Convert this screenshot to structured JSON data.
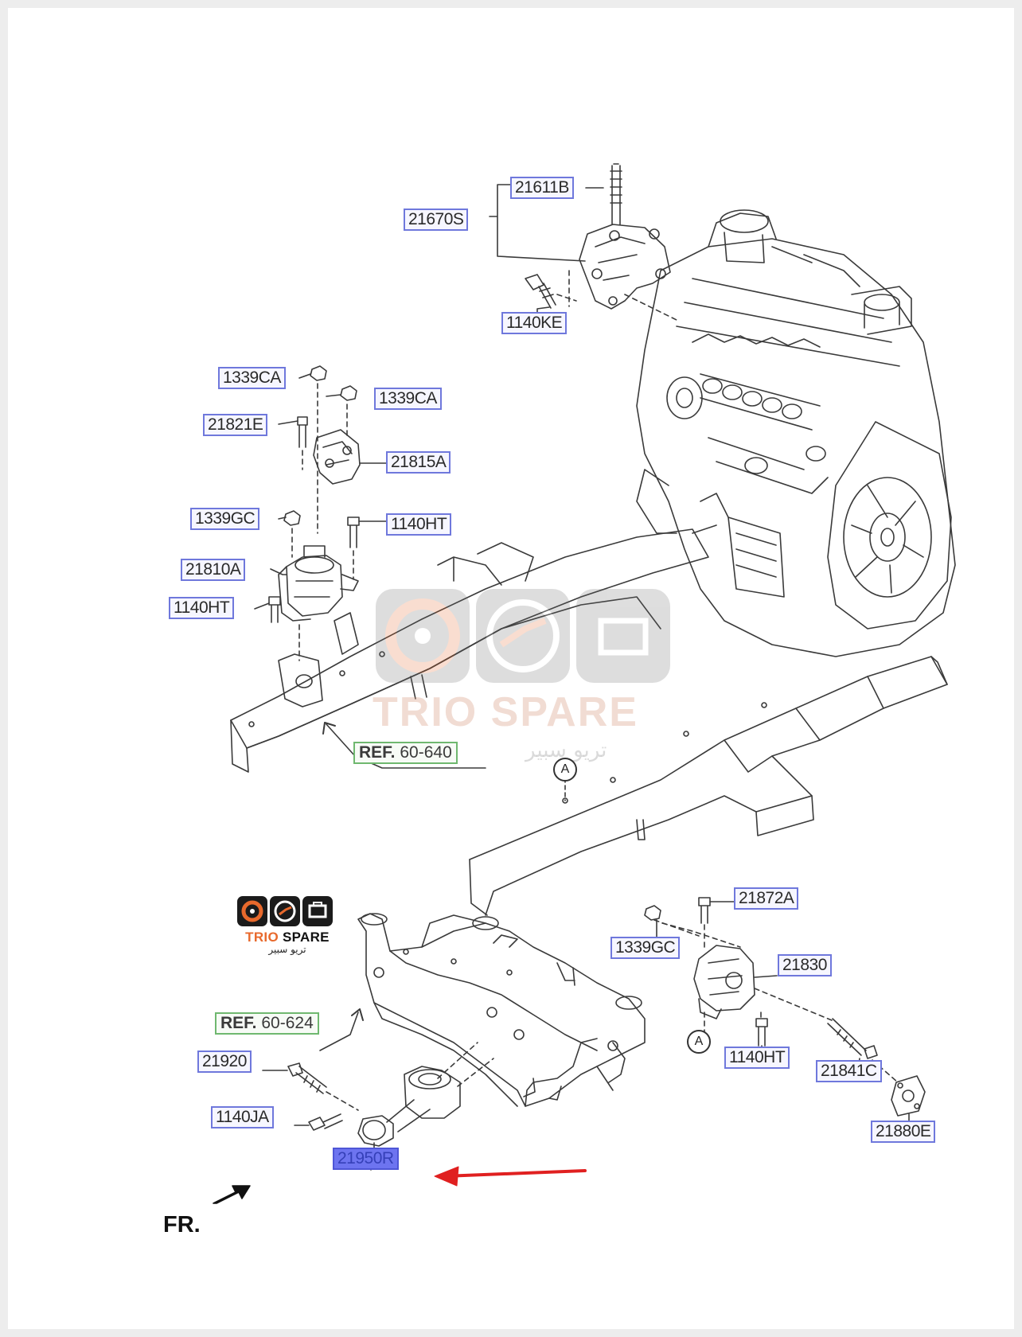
{
  "diagram": {
    "parts": [
      {
        "id": "p-21611b",
        "text": "21611B"
      },
      {
        "id": "p-21670s",
        "text": "21670S"
      },
      {
        "id": "p-1140ke",
        "text": "1140KE"
      },
      {
        "id": "p-1339ca-left",
        "text": "1339CA"
      },
      {
        "id": "p-1339ca-right",
        "text": "1339CA"
      },
      {
        "id": "p-21821e",
        "text": "21821E"
      },
      {
        "id": "p-21815a",
        "text": "21815A"
      },
      {
        "id": "p-1339gc-top",
        "text": "1339GC"
      },
      {
        "id": "p-1140ht-top",
        "text": "1140HT"
      },
      {
        "id": "p-21810a",
        "text": "21810A"
      },
      {
        "id": "p-1140ht-left",
        "text": "1140HT"
      },
      {
        "id": "p-21872a",
        "text": "21872A"
      },
      {
        "id": "p-1339gc-right",
        "text": "1339GC"
      },
      {
        "id": "p-21830",
        "text": "21830"
      },
      {
        "id": "p-1140ht-right",
        "text": "1140HT"
      },
      {
        "id": "p-21841c",
        "text": "21841C"
      },
      {
        "id": "p-21880e",
        "text": "21880E"
      },
      {
        "id": "p-21920",
        "text": "21920"
      },
      {
        "id": "p-1140ja",
        "text": "1140JA"
      },
      {
        "id": "p-21950r",
        "text": "21950R",
        "highlighted": true
      }
    ],
    "refs": [
      {
        "id": "ref-60-640",
        "prefix": "REF.",
        "code": "60-640"
      },
      {
        "id": "ref-60-624",
        "prefix": "REF.",
        "code": "60-624"
      }
    ],
    "callout_letter": "A",
    "front_marker": "FR."
  },
  "watermark": {
    "brand": "TRIO SPARE",
    "arabic": "تريو سبير"
  },
  "logo": {
    "brand_first": "TRIO ",
    "brand_second": "SPARE",
    "arabic": "تريو سبير"
  },
  "colors": {
    "label_border": "#6f78dc",
    "ref_border": "#6fb86f",
    "highlight_fill": "#6d74f0",
    "arrow_red": "#e02020",
    "line_art": "#3a3a3a"
  }
}
